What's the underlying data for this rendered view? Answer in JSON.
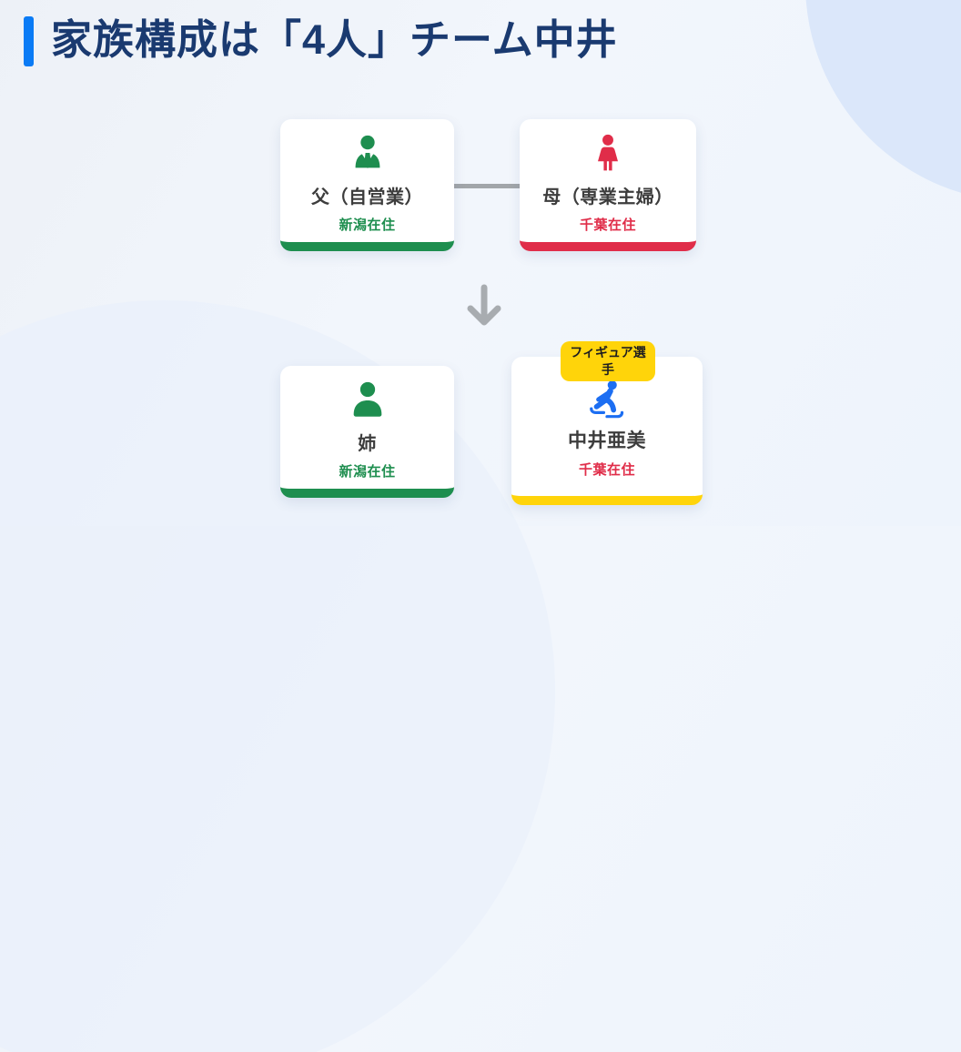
{
  "header": {
    "title": "家族構成は「4人」チーム中井"
  },
  "cards": {
    "father": {
      "name": "父（自営業）",
      "location": "新潟在住",
      "accent": "green"
    },
    "mother": {
      "name": "母（専業主婦）",
      "location": "千葉在住",
      "accent": "red"
    },
    "sister": {
      "name": "姉",
      "location": "新潟在住",
      "accent": "green"
    },
    "ami": {
      "name": "中井亜美",
      "location": "千葉在住",
      "accent": "yellow",
      "badge": "フィギュア選手"
    }
  },
  "icons": {
    "father": "businessman-icon",
    "mother": "woman-icon",
    "sister": "person-icon",
    "ami": "figure-skater-icon",
    "between_rows": "down-arrow-icon"
  },
  "colors": {
    "green": "#1e8e4f",
    "red": "#e02d49",
    "yellow": "#ffd40a",
    "blue": "#1c6ef2",
    "navy": "#1a3a70",
    "accent": "#0a7bf5",
    "gray-line": "#a2a6aa",
    "gray-arrow": "#a8acb0"
  }
}
